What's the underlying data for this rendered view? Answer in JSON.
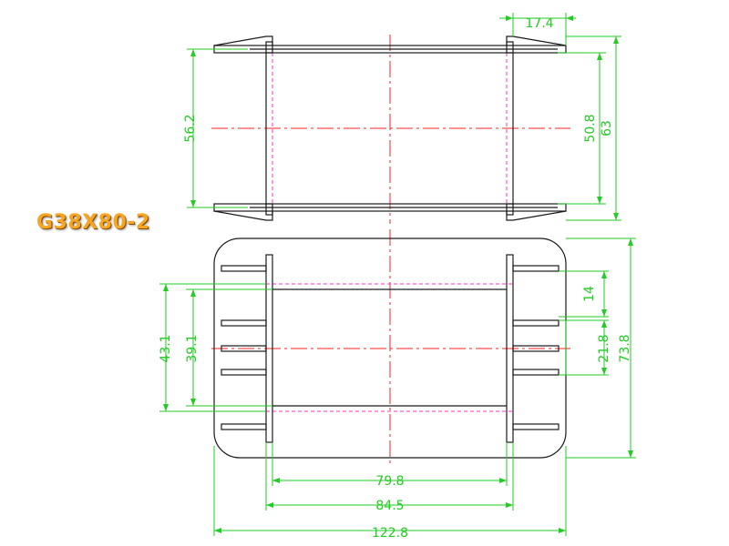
{
  "title": "G38X80-2",
  "colors": {
    "outline": "#1a1a1a",
    "dimension": "#22cc22",
    "centerline": "#ff2222",
    "hidden": "#ff33cc",
    "title": "#f5a623"
  },
  "top_view": {
    "dims": {
      "flange_offset": "17.4",
      "inner_height": "56.2",
      "slot_height": "50.8",
      "overall_height": "63"
    }
  },
  "bottom_view": {
    "dims": {
      "pin_pitch": "14",
      "pin_span": "21.8",
      "overall_height": "73.8",
      "window_outer": "43.1",
      "window_inner": "39.1",
      "winding_width": "79.8",
      "flange_span": "84.5",
      "overall_width": "122.8"
    }
  }
}
